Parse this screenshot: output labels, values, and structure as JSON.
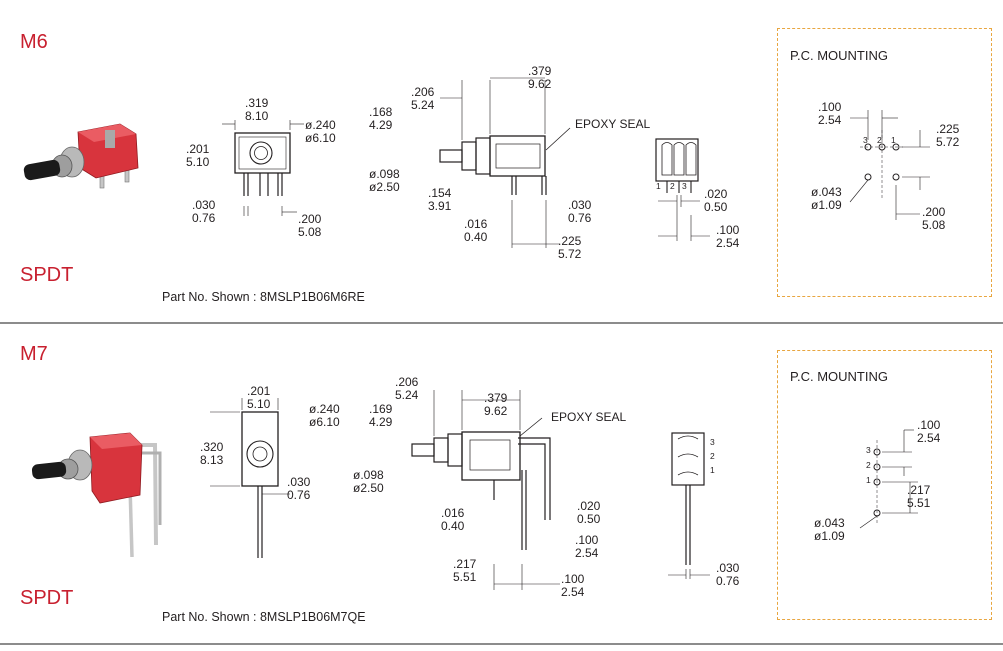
{
  "sections": [
    {
      "code": "M6",
      "type": "SPDT",
      "part_no": "Part No. Shown : 8MSLP1B06M6RE",
      "pcb_title": "P.C. MOUNTING",
      "epoxy_label": "EPOXY SEAL",
      "dims": {
        "front_width": {
          "inch": ".319",
          "mm": "8.10"
        },
        "front_height": {
          "inch": ".201",
          "mm": "5.10"
        },
        "front_hole": {
          "inch": "ø.240",
          "mm": "ø6.10"
        },
        "front_pin": {
          "inch": ".030",
          "mm": "0.76"
        },
        "front_pin_span": {
          "inch": ".200",
          "mm": "5.08"
        },
        "side_total": {
          "inch": ".379",
          "mm": "9.62"
        },
        "side_bushing": {
          "inch": ".206",
          "mm": "5.24"
        },
        "side_height": {
          "inch": ".168",
          "mm": "4.29"
        },
        "side_actuator": {
          "inch": "ø.098",
          "mm": "ø2.50"
        },
        "side_pin_off": {
          "inch": ".154",
          "mm": "3.91"
        },
        "side_pin_w": {
          "inch": ".030",
          "mm": "0.76"
        },
        "side_pin_t": {
          "inch": ".016",
          "mm": "0.40"
        },
        "side_pin_span": {
          "inch": ".225",
          "mm": "5.72"
        },
        "end_pin_t": {
          "inch": ".020",
          "mm": "0.50"
        },
        "end_pitch": {
          "inch": ".100",
          "mm": "2.54"
        },
        "pcb_pitch": {
          "inch": ".100",
          "mm": "2.54"
        },
        "pcb_row": {
          "inch": ".225",
          "mm": "5.72"
        },
        "pcb_hole": {
          "inch": "ø.043",
          "mm": "ø1.09"
        },
        "pcb_span": {
          "inch": ".200",
          "mm": "5.08"
        }
      },
      "pins": [
        "3",
        "2",
        "1"
      ]
    },
    {
      "code": "M7",
      "type": "SPDT",
      "part_no": "Part No. Shown : 8MSLP1B06M7QE",
      "pcb_title": "P.C. MOUNTING",
      "epoxy_label": "EPOXY SEAL",
      "dims": {
        "front_width": {
          "inch": ".201",
          "mm": "5.10"
        },
        "front_height": {
          "inch": ".320",
          "mm": "8.13"
        },
        "front_hole": {
          "inch": "ø.240",
          "mm": "ø6.10"
        },
        "front_pin": {
          "inch": ".030",
          "mm": "0.76"
        },
        "side_bushing": {
          "inch": ".206",
          "mm": "5.24"
        },
        "side_total": {
          "inch": ".379",
          "mm": "9.62"
        },
        "side_height": {
          "inch": ".169",
          "mm": "4.29"
        },
        "side_actuator": {
          "inch": "ø.098",
          "mm": "ø2.50"
        },
        "side_pin_t": {
          "inch": ".016",
          "mm": "0.40"
        },
        "side_pin_w": {
          "inch": ".020",
          "mm": "0.50"
        },
        "side_pitch": {
          "inch": ".100",
          "mm": "2.54"
        },
        "side_span": {
          "inch": ".217",
          "mm": "5.51"
        },
        "side_pitch2": {
          "inch": ".100",
          "mm": "2.54"
        },
        "end_pin": {
          "inch": ".030",
          "mm": "0.76"
        },
        "pcb_pitch": {
          "inch": ".100",
          "mm": "2.54"
        },
        "pcb_row": {
          "inch": ".217",
          "mm": "5.51"
        },
        "pcb_hole": {
          "inch": "ø.043",
          "mm": "ø1.09"
        }
      },
      "pins": [
        "3",
        "2",
        "1"
      ]
    }
  ],
  "colors": {
    "accent": "#c8202f",
    "divider": "#8c8c8c",
    "pcb_border": "#e8a640",
    "switch_red": "#d8343d"
  }
}
